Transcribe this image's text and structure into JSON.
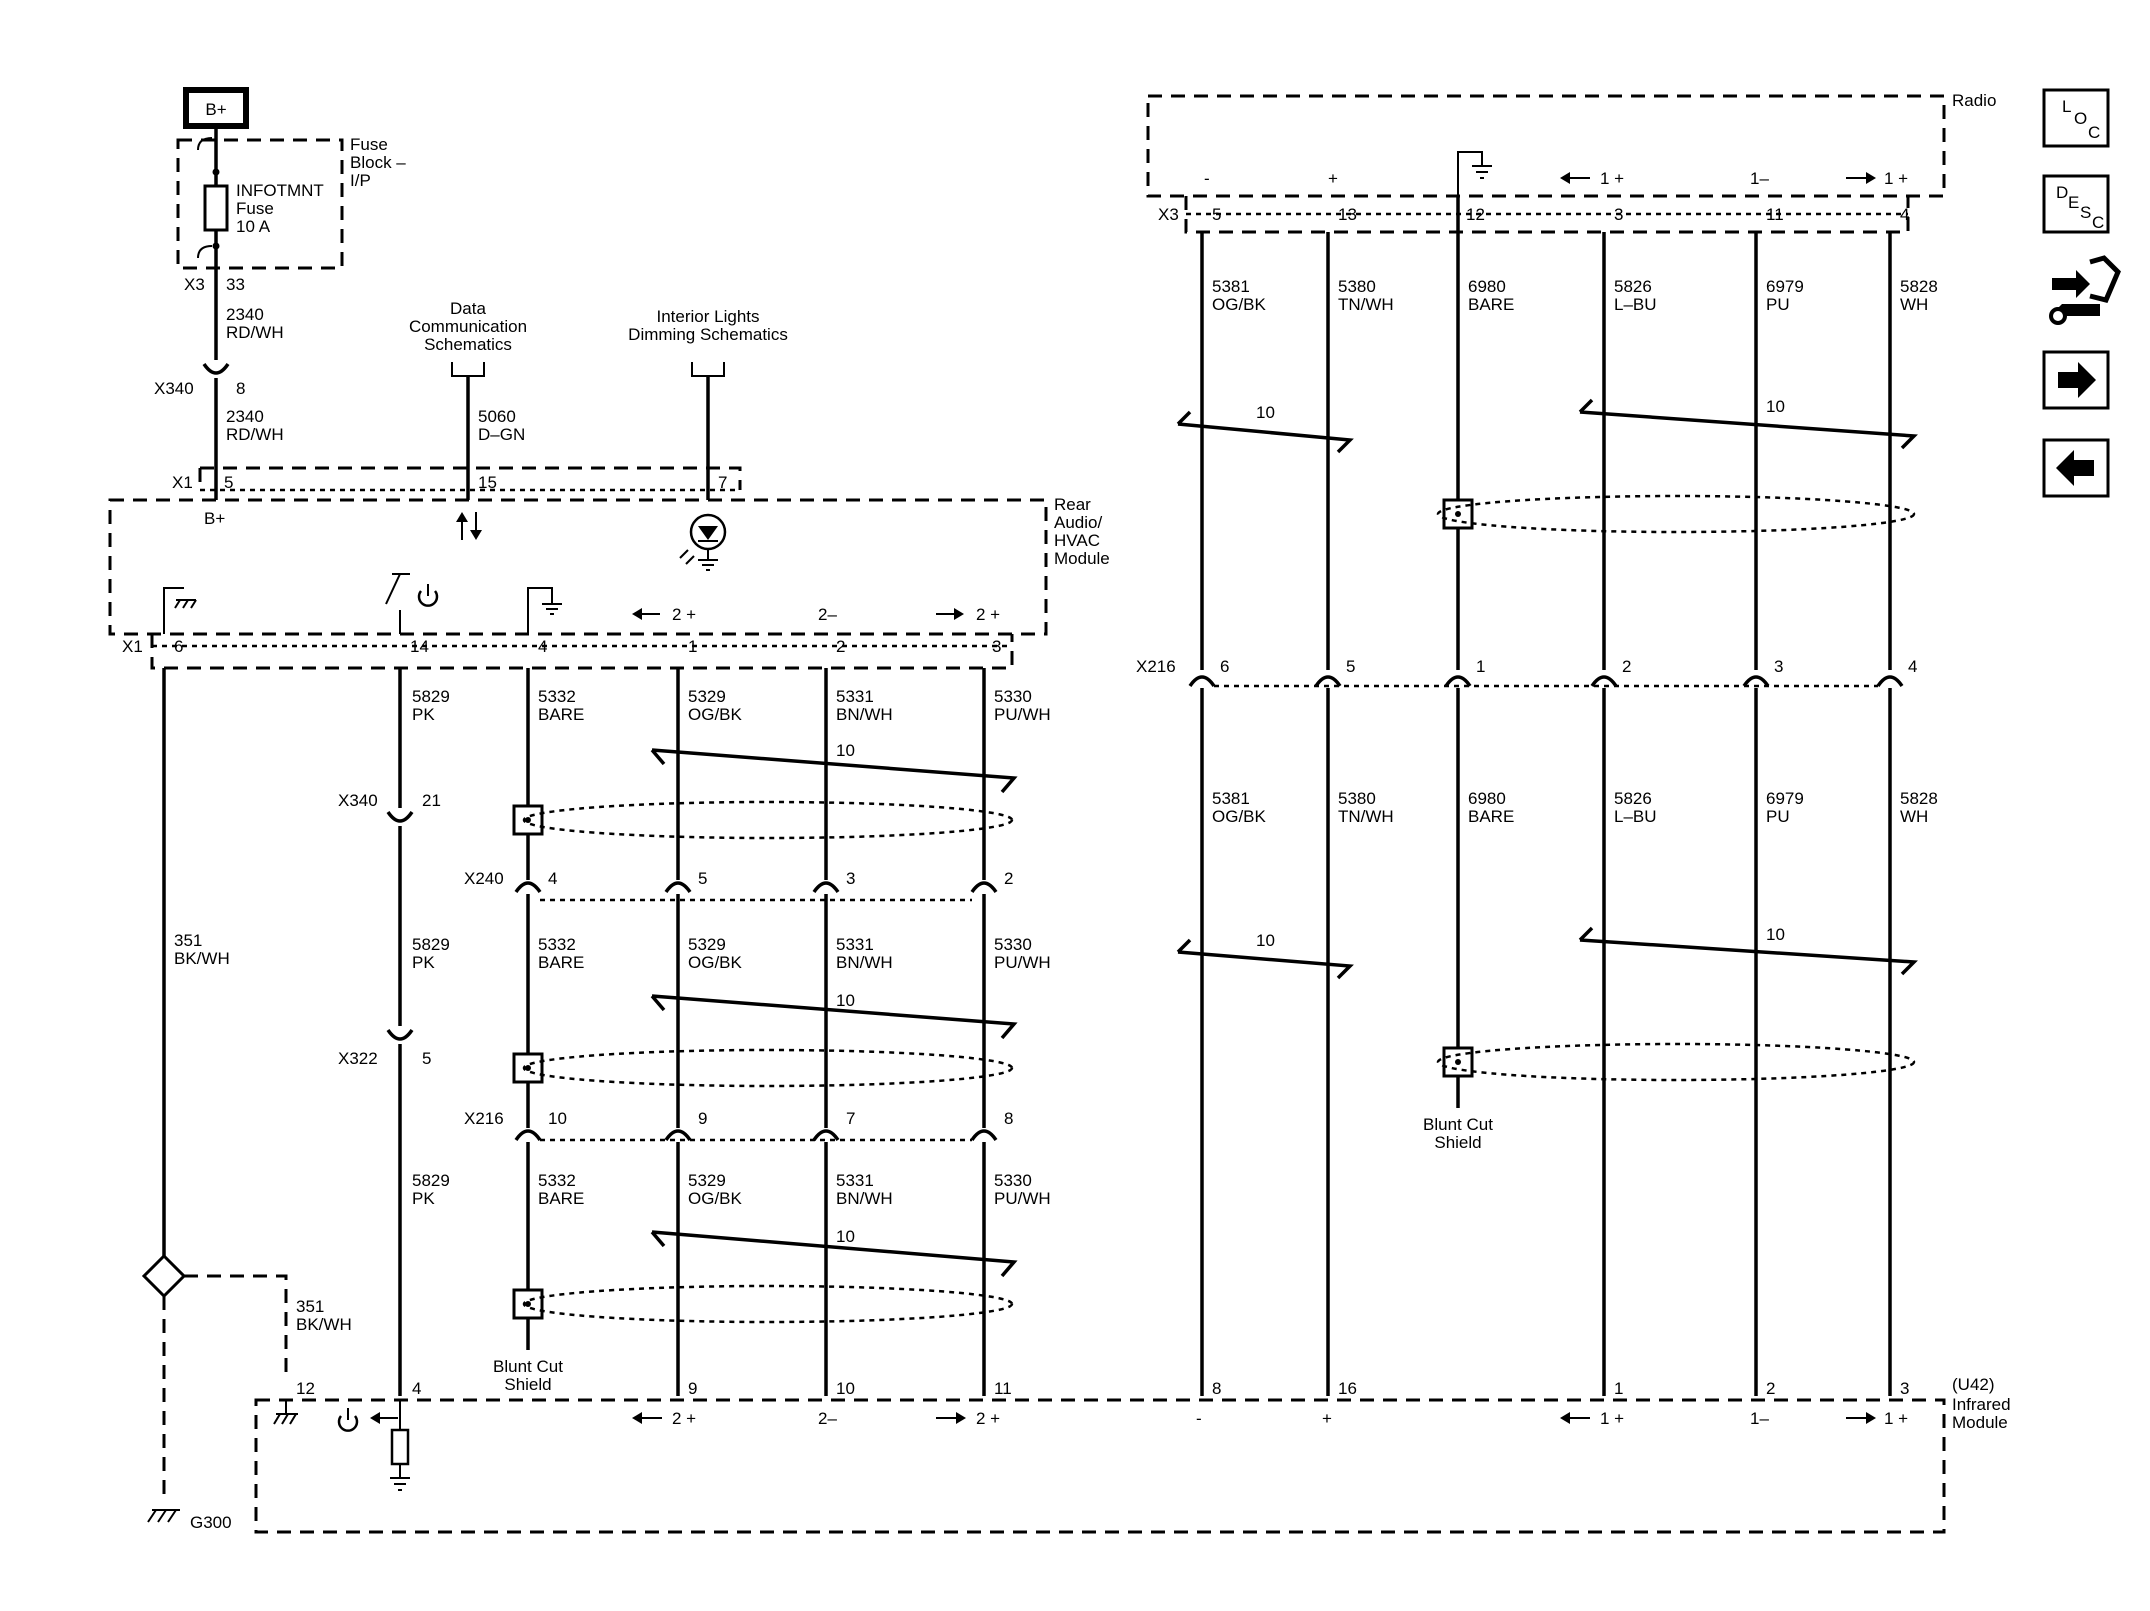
{
  "labels": {
    "bplus": "B+",
    "fuse_block": [
      "Fuse",
      "Block –",
      "I/P"
    ],
    "fuse_name": [
      "INFOTMNT",
      "Fuse",
      "10 A"
    ],
    "data_comm": [
      "Data",
      "Communication",
      "Schematics"
    ],
    "interior_lights": [
      "Interior Lights",
      "Dimming Schematics"
    ],
    "rear_module": [
      "Rear",
      "Audio/",
      "HVAC",
      "Module"
    ],
    "radio": "Radio",
    "infrared": [
      "(U42)",
      "Infrared",
      "Module"
    ],
    "blunt_cut": [
      "Blunt Cut",
      "Shield"
    ],
    "ground": "G300"
  },
  "connectors": {
    "x3": "X3",
    "x340": "X340",
    "x1": "X1",
    "x240": "X240",
    "x216": "X216",
    "x322": "X322"
  },
  "pins": {
    "x3_fuse": "33",
    "x340_fuse": "8",
    "x1_top": [
      "5",
      "15",
      "7"
    ],
    "x1_bottom": [
      "6",
      "14",
      "4",
      "1",
      "2",
      "3"
    ],
    "x340_pk": "21",
    "x240": [
      "4",
      "5",
      "3",
      "2"
    ],
    "x322": "5",
    "x216_left": [
      "10",
      "9",
      "7",
      "8"
    ],
    "ir_left": [
      "12",
      "4",
      "9",
      "10",
      "11"
    ],
    "radio_x3": [
      "5",
      "13",
      "12",
      "3",
      "11",
      "4"
    ],
    "x216_right": [
      "6",
      "5",
      "1",
      "2",
      "3",
      "4"
    ],
    "ir_right": [
      "8",
      "16",
      "1",
      "2",
      "3"
    ]
  },
  "pin_functions": {
    "bplus_pin": "B+",
    "ch2_plus_left": "2 +",
    "ch2_minus": "2–",
    "ch2_plus_right": "2 +",
    "ch1_plus_left": "1 +",
    "ch1_minus": "1–",
    "ch1_plus_right": "1 +",
    "minus": "-",
    "plus": "+"
  },
  "wires": {
    "w2340": [
      "2340",
      "RD/WH"
    ],
    "w5060": [
      "5060",
      "D–GN"
    ],
    "w351": [
      "351",
      "BK/WH"
    ],
    "w5829": [
      "5829",
      "PK"
    ],
    "w5332": [
      "5332",
      "BARE"
    ],
    "w5329": [
      "5329",
      "OG/BK"
    ],
    "w5331": [
      "5331",
      "BN/WH"
    ],
    "w5330": [
      "5330",
      "PU/WH"
    ],
    "w5381": [
      "5381",
      "OG/BK"
    ],
    "w5380": [
      "5380",
      "TN/WH"
    ],
    "w6980": [
      "6980",
      "BARE"
    ],
    "w5826": [
      "5826",
      "L–BU"
    ],
    "w6979": [
      "6979",
      "PU"
    ],
    "w5828": [
      "5828",
      "WH"
    ],
    "twist": "10"
  },
  "nav": {
    "loc": [
      "L",
      "O",
      "C"
    ],
    "desc": [
      "D",
      "E",
      "S",
      "C"
    ],
    "icons": [
      "loc-icon",
      "desc-icon",
      "connector-tool-icon",
      "arrow-right-icon",
      "arrow-left-icon"
    ]
  }
}
